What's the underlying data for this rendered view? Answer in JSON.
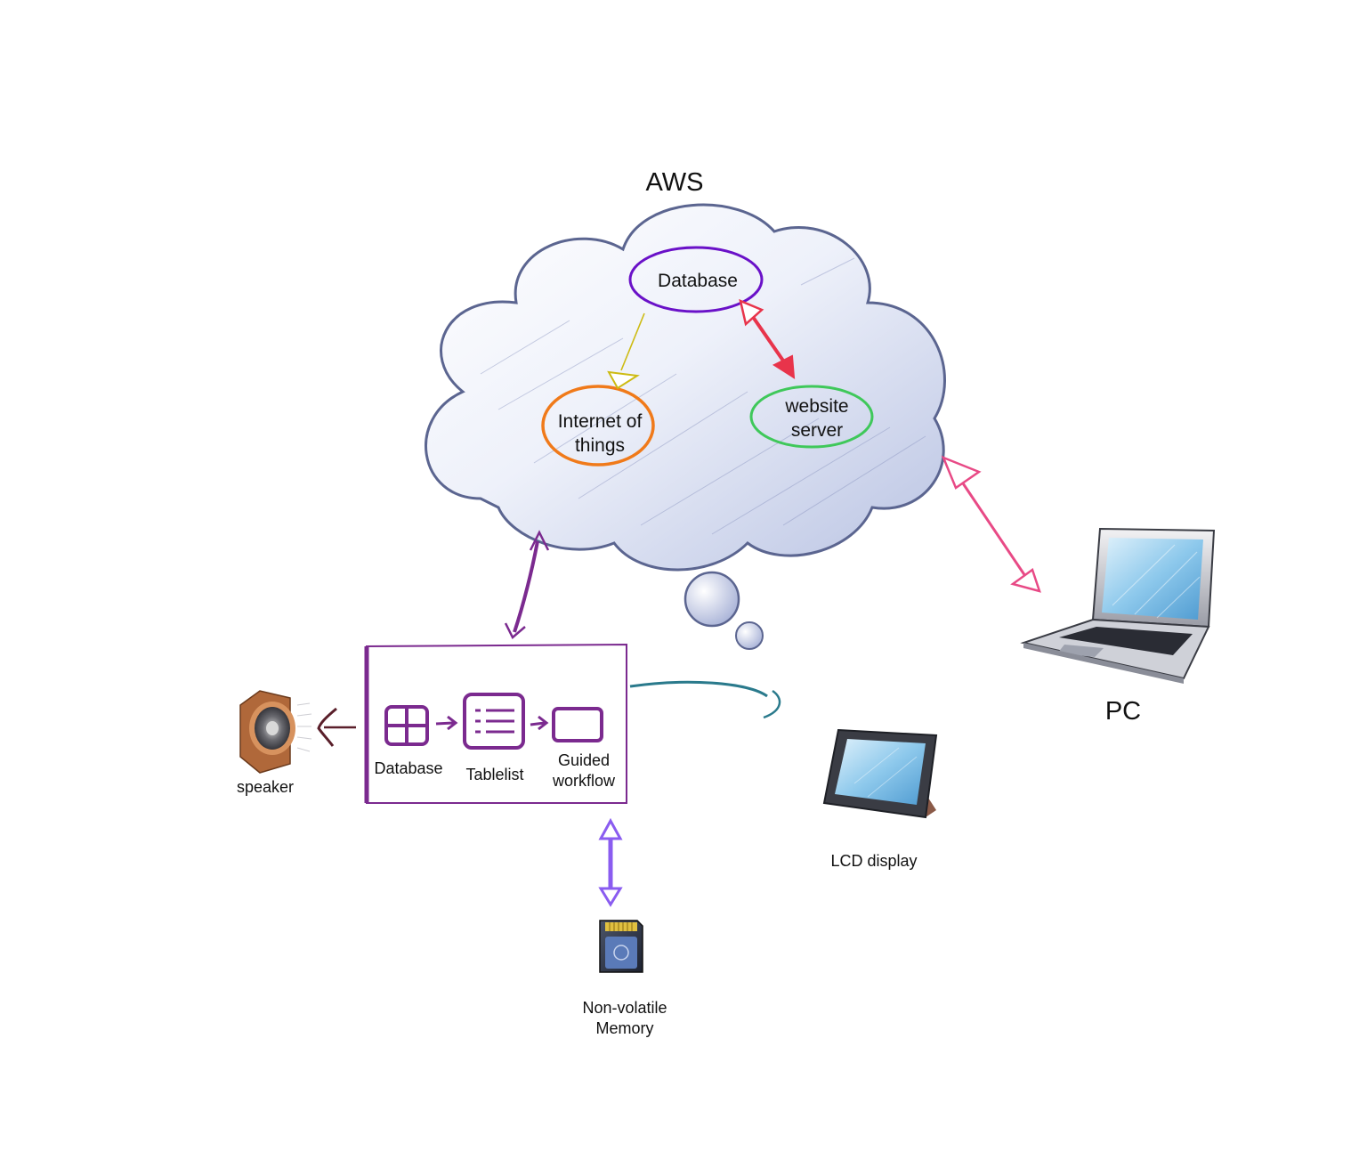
{
  "cloud": {
    "title": "AWS",
    "database_label": "Database",
    "iot_label_line1": "Internet of",
    "iot_label_line2": "things",
    "server_label_line1": "website",
    "server_label_line2": "server"
  },
  "device": {
    "database_label": "Database",
    "tablelist_label": "Tablelist",
    "guided_label_line1": "Guided",
    "guided_label_line2": "workflow"
  },
  "peripherals": {
    "speaker_label": "speaker",
    "lcd_label": "LCD display",
    "pc_label": "PC",
    "memory_label_line1": "Non-volatile",
    "memory_label_line2": "Memory"
  },
  "colors": {
    "device_frame": "#7b2a8f",
    "cloud_arrow": "#7b2a8f",
    "pc_arrow": "#e84a86",
    "db_server_arrow": "#e8344b",
    "db_iot_arrow": "#cdbb12",
    "memory_arrow": "#8a5cf0",
    "lcd_curve": "#2a7a8c",
    "speaker_arrow": "#5a1f2a",
    "db_ellipse": "#6a11c8",
    "iot_ellipse": "#f07a1a",
    "server_ellipse": "#3fc85a"
  },
  "icons": [
    "speaker-icon",
    "laptop-icon",
    "tablet-icon",
    "sd-card-icon",
    "table-icon",
    "list-icon",
    "window-icon"
  ]
}
